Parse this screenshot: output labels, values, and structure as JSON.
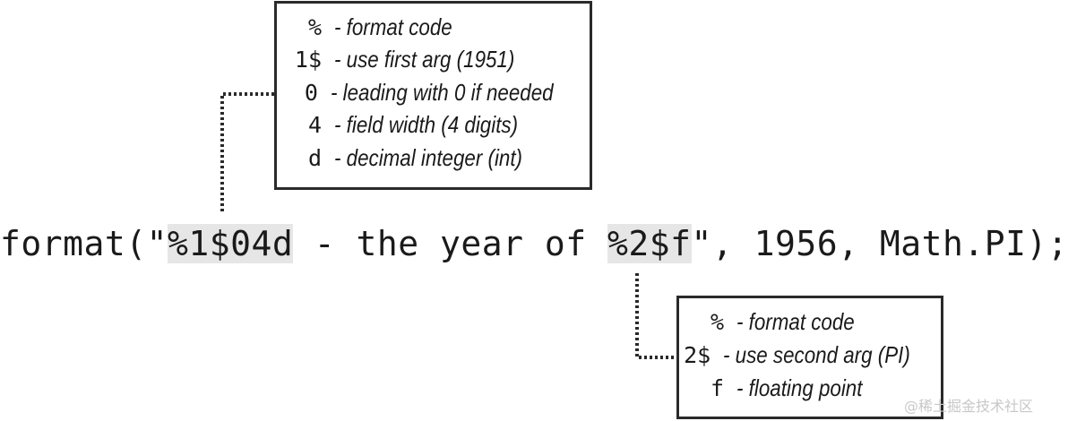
{
  "code_statement": {
    "prefix": "format(\"",
    "spec1": "%1$04d",
    "middle": " - the year of ",
    "spec2": "%2$f",
    "suffix": "\", 1956, Math.PI);"
  },
  "box1": {
    "rows": [
      {
        "code": "%",
        "desc": "- format code"
      },
      {
        "code": "1$",
        "desc": "- use first arg (1951)"
      },
      {
        "code": "0",
        "desc": "- leading with 0 if needed"
      },
      {
        "code": "4",
        "desc": "- field width (4 digits)"
      },
      {
        "code": "d",
        "desc": "- decimal integer (int)"
      }
    ]
  },
  "box2": {
    "rows": [
      {
        "code": "%",
        "desc": "- format code"
      },
      {
        "code": "2$",
        "desc": "- use second arg (PI)"
      },
      {
        "code": "f",
        "desc": "- floating point"
      }
    ]
  },
  "watermark": "@稀土掘金技术社区",
  "colors": {
    "highlight": "#e6e6e6",
    "border": "#2a2a2a",
    "text": "#1a1a1a"
  }
}
